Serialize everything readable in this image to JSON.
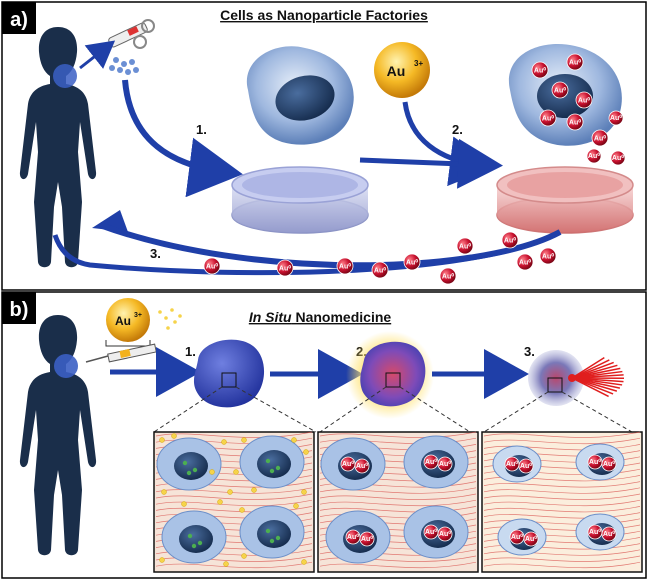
{
  "panel_a": {
    "tag": "a)",
    "title": "Cells as Nanoparticle Factories",
    "step1": "1.",
    "step2": "2.",
    "step3": "3.",
    "ion_label": "Au",
    "ion_charge": "3+",
    "particle_label": "Au⁰"
  },
  "panel_b": {
    "tag": "b)",
    "title_italic": "In Situ",
    "title_rest": " Nanomedicine",
    "step1": "1.",
    "step2": "2.",
    "step3": "3.",
    "ion_label": "Au",
    "ion_charge": "3+",
    "particle_label": "Au⁰"
  },
  "colors": {
    "arrow_blue": "#1f3fa8",
    "silhouette": "#1a2e4a",
    "gold": "#f3b21e",
    "particle_red": "#c8102e",
    "cell_blue": "#6f93c8",
    "fiber_red": "#d9534f"
  }
}
